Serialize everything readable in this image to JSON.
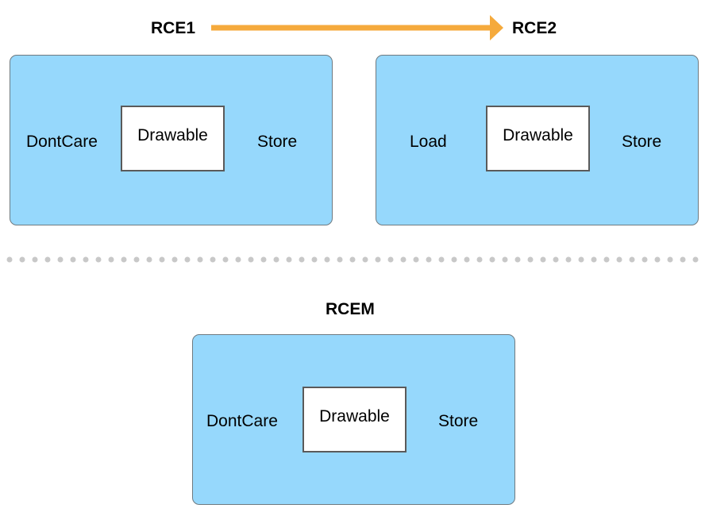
{
  "colors": {
    "panel_fill": "#96d8fc",
    "arrow": "#f5aa3c",
    "dots": "#c8c8c8"
  },
  "headings": {
    "rce1": "RCE1",
    "rce2": "RCE2",
    "rcem": "RCEM"
  },
  "panels": [
    {
      "left": "DontCare",
      "center": "Drawable",
      "right": "Store"
    },
    {
      "left": "Load",
      "center": "Drawable",
      "right": "Store"
    },
    {
      "left": "DontCare",
      "center": "Drawable",
      "right": "Store"
    }
  ],
  "icons": {
    "transition": "arrow-right-icon",
    "separator": "dotted-separator"
  }
}
